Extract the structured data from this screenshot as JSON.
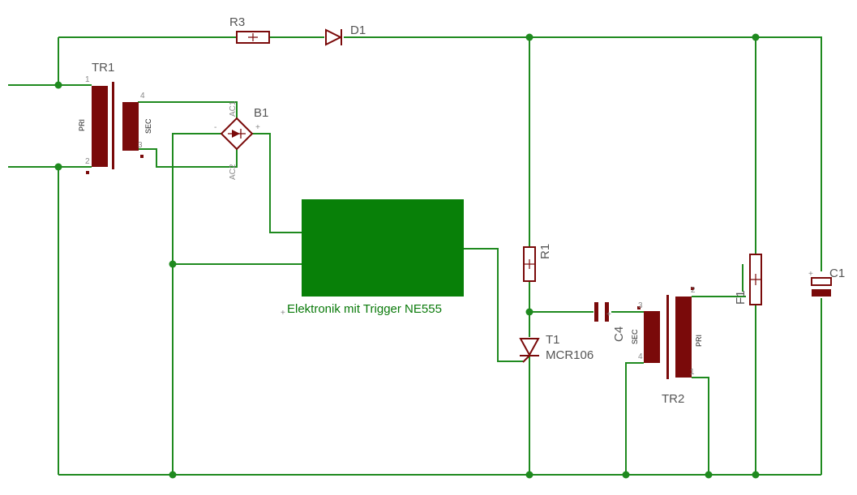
{
  "colors": {
    "wire": "#1f8a1f",
    "component": "#7a0a0a",
    "module": "#088008",
    "label": "#555555",
    "module_label": "#0a7a0a"
  },
  "labels": {
    "r3": "R3",
    "d1": "D1",
    "tr1": "TR1",
    "b1": "B1",
    "r1": "R1",
    "t1": "T1",
    "t1_part": "MCR106",
    "c4": "C4",
    "tr2": "TR2",
    "f1": "F1",
    "c1": "C1"
  },
  "pins": {
    "tr1_p1": "1",
    "tr1_p2": "2",
    "tr1_p3": "3",
    "tr1_p4": "4",
    "tr1_pri": "PRI",
    "tr1_sec": "SEC",
    "b1_ac1": "AC1",
    "b1_ac2": "AC2",
    "b1_minus": "-",
    "b1_plus": "+",
    "tr2_p1": "1",
    "tr2_p2": "2",
    "tr2_p3": "3",
    "tr2_p4": "4",
    "tr2_pri": "PRI",
    "tr2_sec": "SEC",
    "plus_mark": "+"
  },
  "module": {
    "label": "Elektronik mit Trigger NE555"
  }
}
